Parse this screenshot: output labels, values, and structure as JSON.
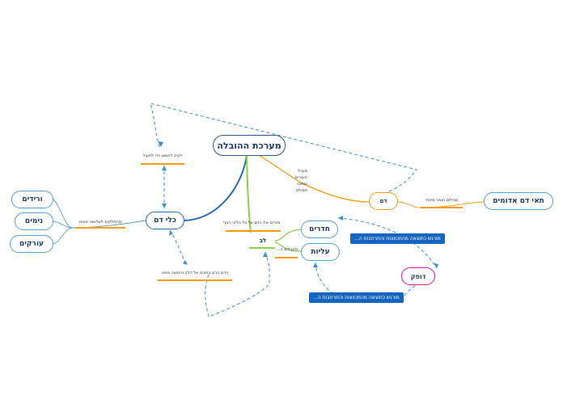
{
  "nodes": {
    "root": "מערכת ההובלה",
    "blood_vessels": "כלי דם",
    "blood": "דם",
    "red_blood_cells": "תאי דם אדומים",
    "heart": "לב",
    "chambers": "חדרים",
    "atria": "עליות",
    "pulse": "דופק",
    "veins": "ורידים",
    "capillaries": "נימים",
    "arteries": "עורקים"
  },
  "labels": {
    "vessels_types": "מתחלקים לשלושה סוגים",
    "needs_oxygen": "זקוק לחמצן כדי לפעול",
    "blood_flows": "הדם זורם בתוכם אל הלב והחוצה ממנו",
    "heart_pumps": "מזרים את הדם אל כל חלקי הגוף",
    "atria_desc": "מקבלים ה...",
    "rbc_desc": "מכילים חומר מיוחד"
  },
  "blood_desc_lines": [
    "מוביל",
    "חומרים",
    "ומפנה",
    "פסולת"
  ],
  "callouts": {
    "chambers_note": "מורגש כתוצאה מהתכווצות והתרחבות ה...",
    "atria_note": "מורגש כתוצאה מהתכווצות והתרחבות ה..."
  },
  "colors": {
    "blue_branch": "#2f6ab0",
    "orange_branch": "#f39c12",
    "green_branch": "#8ad14a",
    "dashed": "#3a8fd0",
    "pulse_border": "#d81b9f",
    "callout_bg": "#1565c0"
  }
}
